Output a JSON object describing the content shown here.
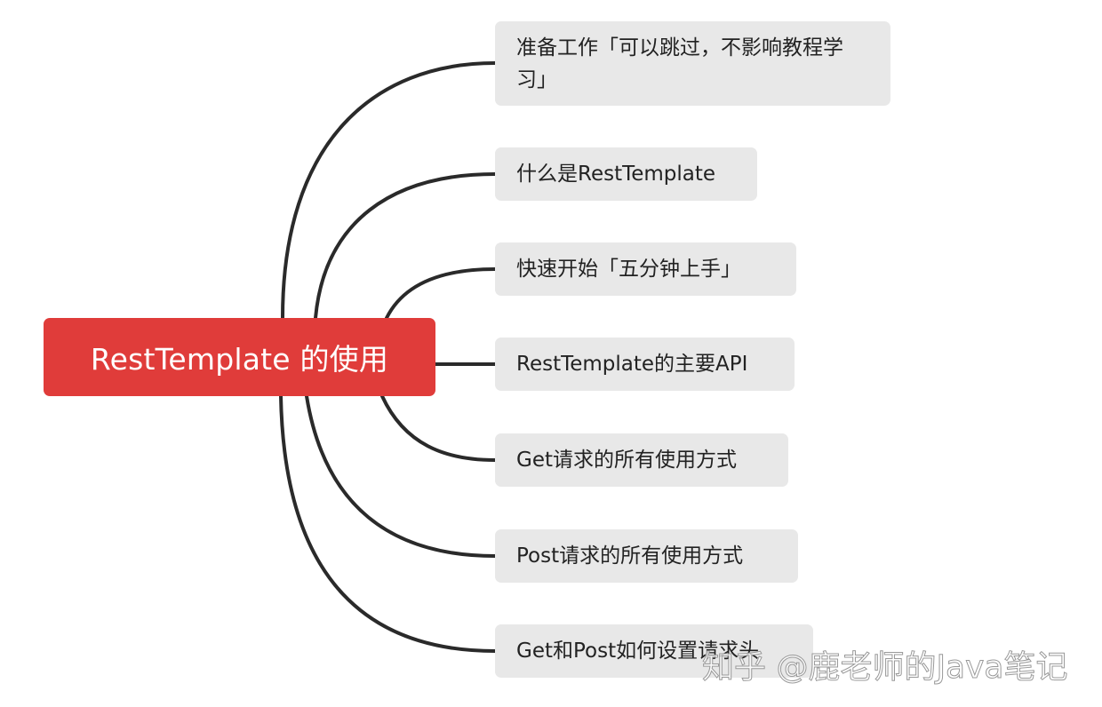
{
  "root": {
    "label": "RestTemplate 的使用",
    "color": "#e03c3a"
  },
  "branches": [
    {
      "label": "准备工作「可以跳过，不影响教程学习」"
    },
    {
      "label": "什么是RestTemplate"
    },
    {
      "label": "快速开始「五分钟上手」"
    },
    {
      "label": "RestTemplate的主要API"
    },
    {
      "label": "Get请求的所有使用方式"
    },
    {
      "label": "Post请求的所有使用方式"
    },
    {
      "label": "Get和Post如何设置请求头"
    }
  ],
  "watermark": "知乎 @鹿老师的Java笔记",
  "colors": {
    "node_bg": "#e8e8e8",
    "link": "#2a2a2a"
  }
}
